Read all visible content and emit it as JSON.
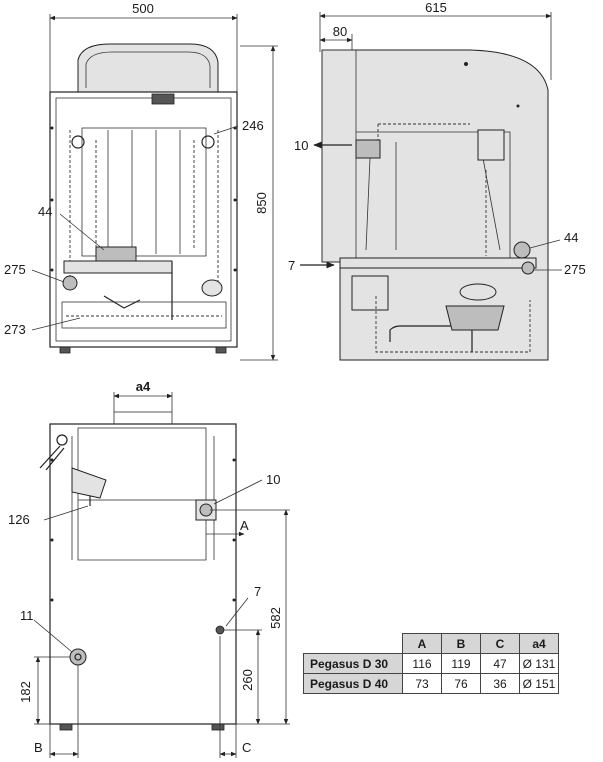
{
  "front_view": {
    "width_dim": "500",
    "height_dim": "850",
    "callouts": {
      "c246": "246",
      "c44": "44",
      "c275": "275",
      "c273": "273"
    }
  },
  "side_view": {
    "width_dim": "615",
    "offset_dim": "80",
    "callouts": {
      "c10": "10",
      "c7": "7",
      "c44": "44",
      "c275": "275"
    }
  },
  "rear_view": {
    "dims": {
      "a4": "a4",
      "A": "A",
      "B": "B",
      "C": "C",
      "d582": "582",
      "d260": "260",
      "d182": "182"
    },
    "callouts": {
      "c10": "10",
      "c126": "126",
      "c7": "7",
      "c11": "11"
    }
  },
  "spec_table": {
    "headers": [
      "A",
      "B",
      "C",
      "a4"
    ],
    "rows": [
      {
        "model": "Pegasus D 30",
        "values": [
          "116",
          "119",
          "47",
          "Ø 131"
        ]
      },
      {
        "model": "Pegasus D 40",
        "values": [
          "73",
          "76",
          "36",
          "Ø 151"
        ]
      }
    ]
  }
}
